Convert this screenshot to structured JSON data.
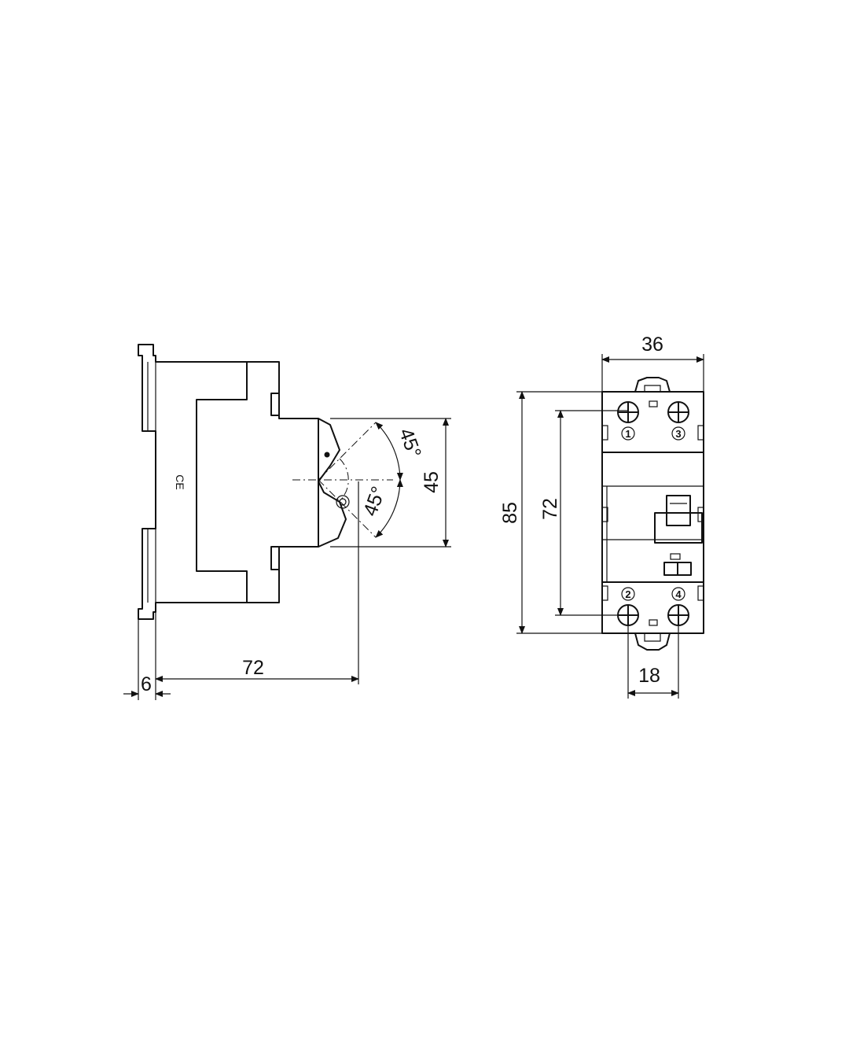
{
  "side_view": {
    "ce_mark": "CE",
    "dims": {
      "depth": "72",
      "rail_offset": "6",
      "lever_height": "45",
      "angle_up": "45°",
      "angle_down": "45°"
    }
  },
  "front_view": {
    "dims": {
      "width": "36",
      "height": "85",
      "terminal_pitch_v": "72",
      "terminal_pitch_h": "18"
    },
    "terminals": {
      "t1": "1",
      "t2": "2",
      "t3": "3",
      "t4": "4"
    }
  }
}
